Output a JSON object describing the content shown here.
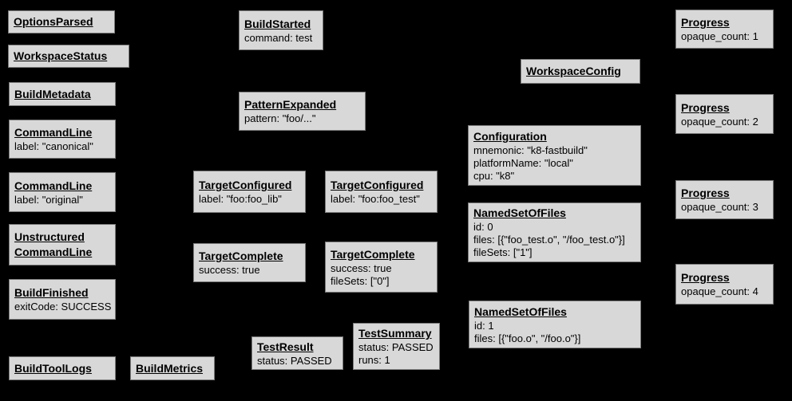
{
  "colors": {
    "background": "#000000",
    "node_fill": "#d8d8d8",
    "node_border": "#7a7a7a",
    "node_text": "#000000"
  },
  "nodes": [
    {
      "id": "options-parsed",
      "title_lines": [
        "OptionsParsed"
      ],
      "lines": []
    },
    {
      "id": "workspace-status",
      "title_lines": [
        "WorkspaceStatus"
      ],
      "lines": []
    },
    {
      "id": "build-metadata",
      "title_lines": [
        "BuildMetadata"
      ],
      "lines": []
    },
    {
      "id": "command-line-canonical",
      "title_lines": [
        "CommandLine"
      ],
      "lines": [
        "label: \"canonical\""
      ]
    },
    {
      "id": "command-line-original",
      "title_lines": [
        "CommandLine"
      ],
      "lines": [
        "label: \"original\""
      ]
    },
    {
      "id": "unstructured-command-line",
      "title_lines": [
        "Unstructured",
        "CommandLine"
      ],
      "lines": []
    },
    {
      "id": "build-finished",
      "title_lines": [
        "BuildFinished"
      ],
      "lines": [
        "exitCode: SUCCESS"
      ]
    },
    {
      "id": "build-tool-logs",
      "title_lines": [
        "BuildToolLogs"
      ],
      "lines": []
    },
    {
      "id": "build-metrics",
      "title_lines": [
        "BuildMetrics"
      ],
      "lines": []
    },
    {
      "id": "build-started",
      "title_lines": [
        "BuildStarted"
      ],
      "lines": [
        "command: test"
      ]
    },
    {
      "id": "pattern-expanded",
      "title_lines": [
        "PatternExpanded"
      ],
      "lines": [
        "pattern: \"foo/...\""
      ]
    },
    {
      "id": "target-configured-lib",
      "title_lines": [
        "TargetConfigured"
      ],
      "lines": [
        "label: \"foo:foo_lib\""
      ]
    },
    {
      "id": "target-configured-test",
      "title_lines": [
        "TargetConfigured"
      ],
      "lines": [
        "label: \"foo:foo_test\""
      ]
    },
    {
      "id": "target-complete-lib",
      "title_lines": [
        "TargetComplete"
      ],
      "lines": [
        "success: true"
      ]
    },
    {
      "id": "target-complete-test",
      "title_lines": [
        "TargetComplete"
      ],
      "lines": [
        "success: true",
        "fileSets: [\"0\"]"
      ]
    },
    {
      "id": "test-result",
      "title_lines": [
        "TestResult"
      ],
      "lines": [
        "status: PASSED"
      ]
    },
    {
      "id": "test-summary",
      "title_lines": [
        "TestSummary"
      ],
      "lines": [
        "status: PASSED",
        "runs: 1"
      ]
    },
    {
      "id": "workspace-config",
      "title_lines": [
        "WorkspaceConfig"
      ],
      "lines": []
    },
    {
      "id": "configuration",
      "title_lines": [
        "Configuration"
      ],
      "lines": [
        "mnemonic: \"k8-fastbuild\"",
        "platformName: \"local\"",
        "cpu: \"k8\""
      ]
    },
    {
      "id": "named-set-of-files-0",
      "title_lines": [
        "NamedSetOfFiles"
      ],
      "lines": [
        "id: 0",
        "files: [{\"foo_test.o\", \"/foo_test.o\"}]",
        "fileSets: [\"1\"]"
      ]
    },
    {
      "id": "named-set-of-files-1",
      "title_lines": [
        "NamedSetOfFiles"
      ],
      "lines": [
        "id: 1",
        "files: [{\"foo.o\", \"/foo.o\"}]"
      ]
    },
    {
      "id": "progress-1",
      "title_lines": [
        "Progress"
      ],
      "lines": [
        "opaque_count: 1"
      ]
    },
    {
      "id": "progress-2",
      "title_lines": [
        "Progress"
      ],
      "lines": [
        "opaque_count: 2"
      ]
    },
    {
      "id": "progress-3",
      "title_lines": [
        "Progress"
      ],
      "lines": [
        "opaque_count: 3"
      ]
    },
    {
      "id": "progress-4",
      "title_lines": [
        "Progress"
      ],
      "lines": [
        "opaque_count: 4"
      ]
    }
  ]
}
